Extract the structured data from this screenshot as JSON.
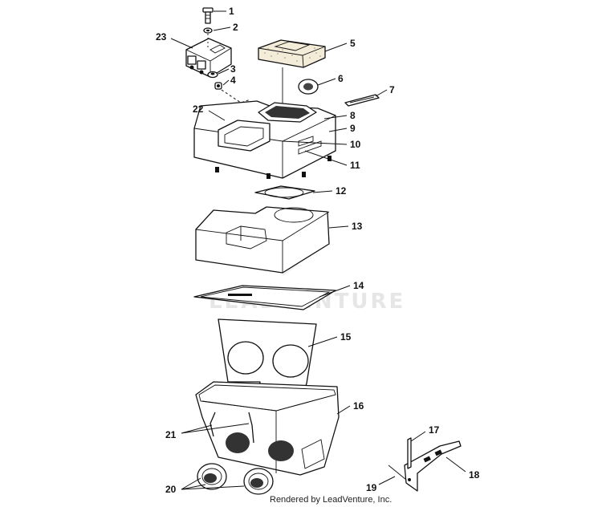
{
  "diagram": {
    "labels": [
      {
        "n": "1",
        "part": "screw"
      },
      {
        "n": "2",
        "part": "washer"
      },
      {
        "n": "3",
        "part": "nut"
      },
      {
        "n": "4",
        "part": "fitting"
      },
      {
        "n": "5",
        "part": "foam-block"
      },
      {
        "n": "6",
        "part": "grommet"
      },
      {
        "n": "7",
        "part": "strip"
      },
      {
        "n": "8",
        "part": "box-cover"
      },
      {
        "n": "9",
        "part": "box-cover"
      },
      {
        "n": "10",
        "part": "box-cover"
      },
      {
        "n": "11",
        "part": "box-cover"
      },
      {
        "n": "12",
        "part": "gasket-ring"
      },
      {
        "n": "13",
        "part": "foam-filter"
      },
      {
        "n": "14",
        "part": "seal-plate"
      },
      {
        "n": "15",
        "part": "baffle-plate"
      },
      {
        "n": "16",
        "part": "lower-box"
      },
      {
        "n": "17",
        "part": "bracket-clip"
      },
      {
        "n": "18",
        "part": "bracket"
      },
      {
        "n": "19",
        "part": "bracket-screw"
      },
      {
        "n": "20",
        "part": "boot-rings"
      },
      {
        "n": "21",
        "part": "drain-tubes"
      },
      {
        "n": "22",
        "part": "box-cover"
      },
      {
        "n": "23",
        "part": "coil-module"
      }
    ],
    "watermark": "LEADVENTURE",
    "footer": "Rendered by LeadVenture, Inc."
  }
}
